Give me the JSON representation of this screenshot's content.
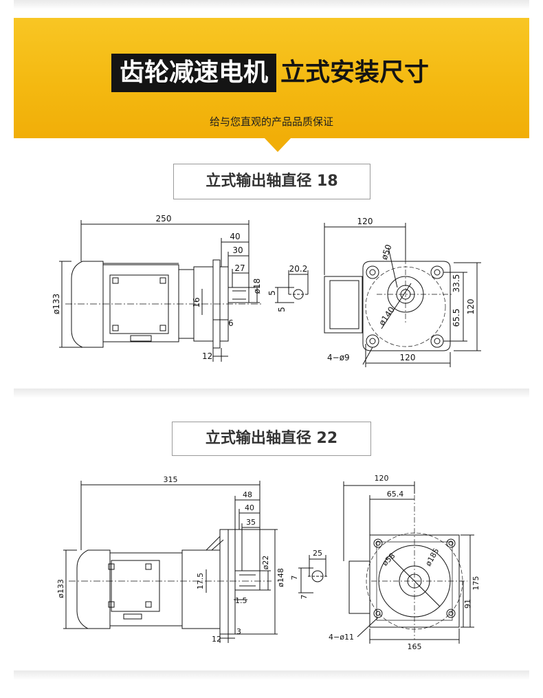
{
  "header": {
    "title_highlight": "齿轮减速电机",
    "title_rest": "立式安装尺寸",
    "subtitle": "给与您直观的产品品质保证",
    "accent_color": "#f4b911"
  },
  "sections": [
    {
      "title": "立式输出轴直径 18",
      "side_dims": {
        "overall": "250",
        "d40": "40",
        "d30": "30",
        "d27": "27",
        "phi18": "ø18",
        "v16": "16",
        "v6": "6",
        "v12": "12",
        "phi133": "ø133",
        "key_width": "20.2",
        "key_5a": "5",
        "key_5b": "5"
      },
      "front_dims": {
        "top": "120",
        "phi50": "ø50",
        "phi140": "ø140",
        "v33_5": "33.5",
        "v65_5": "65.5",
        "v120": "120",
        "bottom": "120",
        "holes": "4−ø9"
      }
    },
    {
      "title": "立式输出轴直径 22",
      "side_dims": {
        "overall": "315",
        "d48": "48",
        "d40": "40",
        "d35": "35",
        "phi22": "ø22",
        "phi148": "ø148",
        "v17_5": "17.5",
        "v1_5": "1.5",
        "v3": "3",
        "v12": "12",
        "phi133": "ø133",
        "key_width": "25",
        "key_7a": "7",
        "key_7b": "7"
      },
      "front_dims": {
        "top": "120",
        "d65_4": "65.4",
        "phi58": "ø58",
        "phi185": "ø185",
        "v175": "175",
        "v91": "91",
        "bottom": "165",
        "holes": "4−ø11"
      }
    }
  ]
}
